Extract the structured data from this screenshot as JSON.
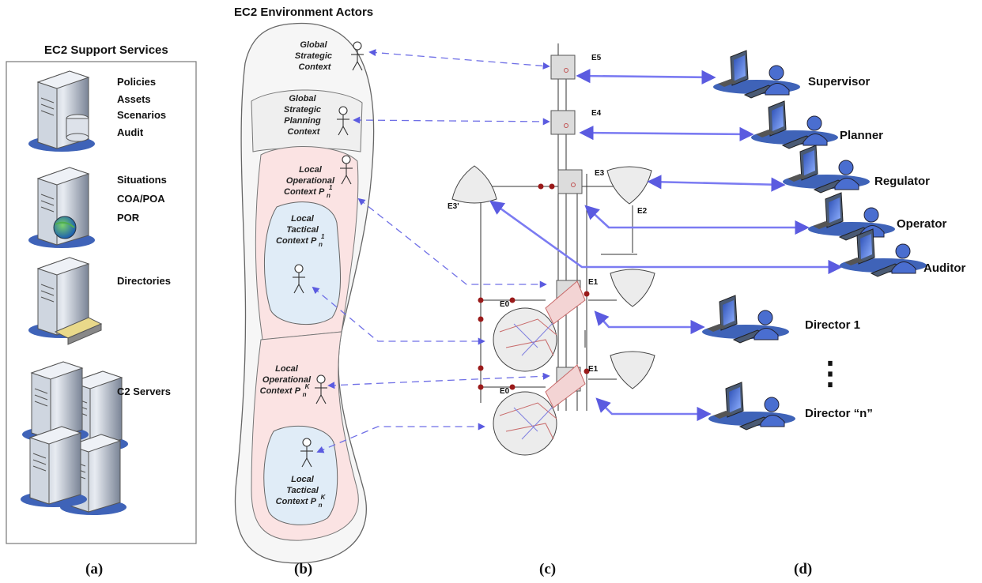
{
  "support_services": {
    "title": "EC2 Support Services",
    "groups": [
      {
        "lines": [
          "Policies",
          "Assets",
          "Scenarios",
          "Audit"
        ]
      },
      {
        "lines": [
          "Situations",
          "COA/POA",
          "POR"
        ]
      },
      {
        "lines": [
          "Directories"
        ]
      },
      {
        "lines": [
          "C2 Servers"
        ]
      }
    ]
  },
  "environment_actors": {
    "title": "EC2 Environment Actors",
    "contexts": [
      {
        "lines": [
          "Global",
          "Strategic",
          "Context"
        ]
      },
      {
        "lines": [
          "Global",
          "Strategic",
          "Planning",
          "Context"
        ]
      },
      {
        "lines": [
          "Local",
          "Operational",
          "Context P"
        ],
        "sub": "n",
        "sup": "1"
      },
      {
        "lines": [
          "Local",
          "Tactical",
          "Context P"
        ],
        "sub": "n",
        "sup": "1"
      },
      {
        "lines": [
          "Local",
          "Operational",
          "Context P"
        ],
        "sub": "n",
        "sup": "K"
      },
      {
        "lines": [
          "Local",
          "Tactical",
          "Context P"
        ],
        "sub": "n",
        "sup": "K"
      }
    ]
  },
  "network": {
    "nodes": [
      "E5",
      "E4",
      "E3",
      "E2",
      "E3'",
      "E1",
      "E0",
      "E1",
      "E0"
    ]
  },
  "roles": [
    "Supervisor",
    "Planner",
    "Regulator",
    "Operator",
    "Auditor",
    "Director 1",
    "Director “n”"
  ],
  "ellipsis": "⋮",
  "captions": [
    "(a)",
    "(b)",
    "(c)",
    "(d)"
  ],
  "colors": {
    "arrow": "#7b7bf2",
    "dashed_arrow": "#6f6fe6",
    "actor_outer": "#f7f7f7",
    "operational_fill": "#fbe3e3",
    "tactical_fill": "#e0ecf7",
    "server_blue": "#3f63b8",
    "node_red": "#9a1a1a"
  },
  "icons": [
    "server-icon",
    "database-icon",
    "globe-icon",
    "tape-drive-icon",
    "stick-figure-icon",
    "workstation-user-icon",
    "funnel-node-icon",
    "box-node-icon",
    "circle-node-icon"
  ]
}
